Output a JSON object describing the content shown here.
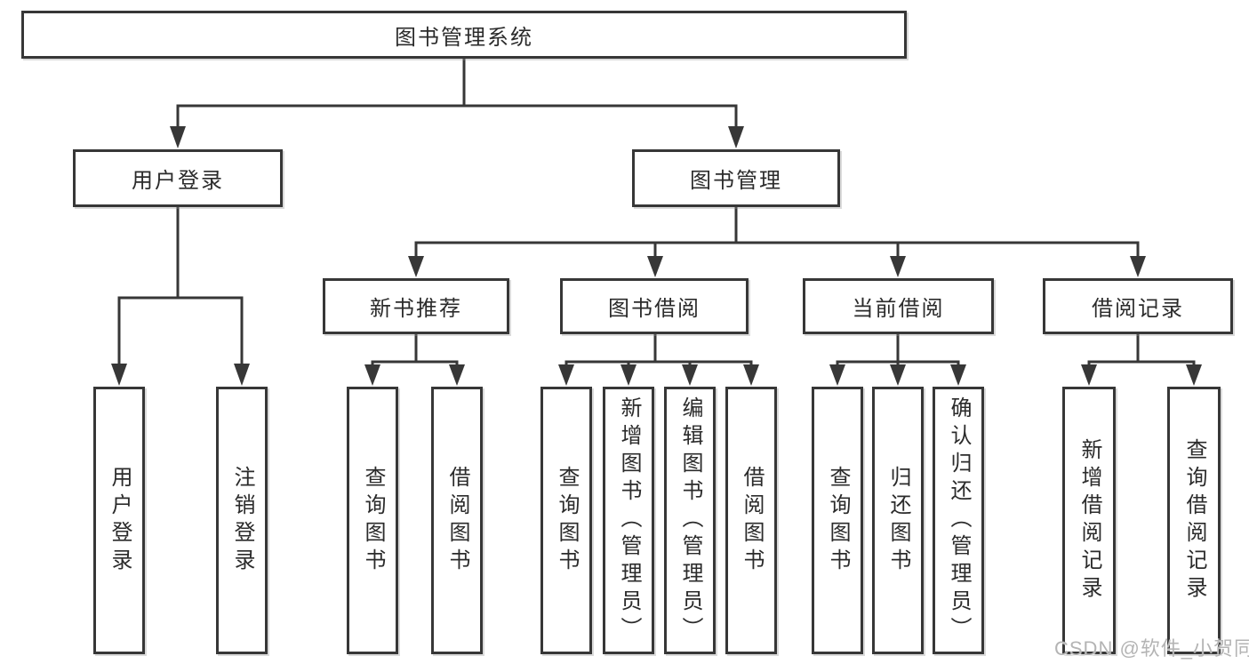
{
  "tree": {
    "root": {
      "label": "图书管理系统"
    },
    "user_login": {
      "label": "用户登录",
      "children": [
        {
          "label": "用户登录"
        },
        {
          "label": "注销登录"
        }
      ]
    },
    "book_management": {
      "label": "图书管理",
      "children": [
        {
          "label": "新书推荐",
          "children": [
            {
              "label": "查询图书"
            },
            {
              "label": "借阅图书"
            }
          ]
        },
        {
          "label": "图书借阅",
          "children": [
            {
              "label": "查询图书"
            },
            {
              "label": "新增图书（管理员）"
            },
            {
              "label": "编辑图书（管理员）"
            },
            {
              "label": "借阅图书"
            }
          ]
        },
        {
          "label": "当前借阅",
          "children": [
            {
              "label": "查询图书"
            },
            {
              "label": "归还图书"
            },
            {
              "label": "确认归还（管理员）"
            }
          ]
        },
        {
          "label": "借阅记录",
          "children": [
            {
              "label": "新增借阅记录"
            },
            {
              "label": "查询借阅记录"
            }
          ]
        }
      ]
    }
  },
  "watermark": "CSDN @软件_小贺同学",
  "colors": {
    "line": "#373737",
    "text": "#2b2b2b",
    "background": "#ffffff",
    "watermark": "#b4b4b4"
  }
}
